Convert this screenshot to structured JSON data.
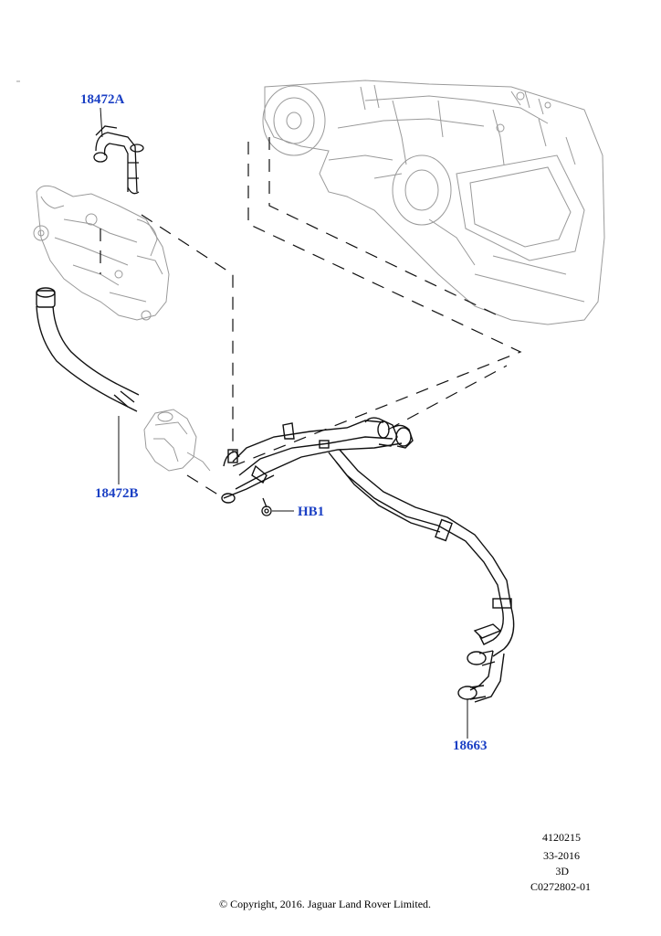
{
  "callouts": {
    "part_a": "18472A",
    "part_b": "18472B",
    "part_hb": "HB1",
    "part_main": "18663"
  },
  "footer": {
    "code_1": "4120215",
    "code_2": "33-2016",
    "code_3": "3D",
    "code_4": "C0272802-01",
    "copyright": "© Copyright, 2016. Jaguar Land Rover Limited."
  },
  "colors": {
    "callout": "#1a3fc4",
    "outline_dark": "#111111",
    "outline_light": "#9a9a9a"
  }
}
